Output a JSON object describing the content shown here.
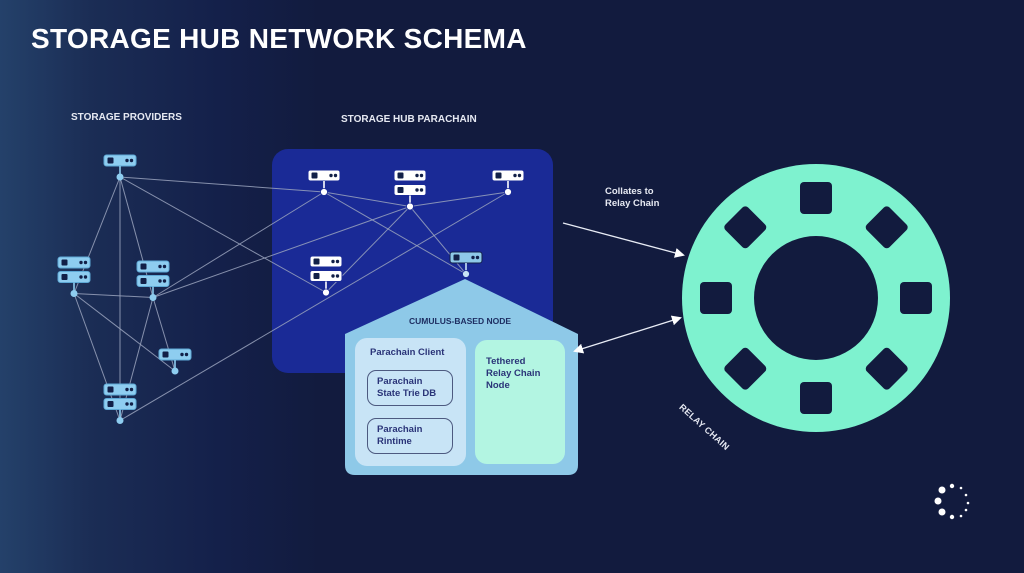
{
  "title": "STORAGE HUB NETWORK SCHEMA",
  "labels": {
    "storage_providers": "STORAGE PROVIDERS",
    "storage_hub_parachain": "STORAGE HUB PARACHAIN",
    "collates_line1": "Collates to",
    "collates_line2": "Relay Chain",
    "relay_chain": "RELAY CHAIN"
  },
  "cumulus_node": {
    "title": "CUMULUS-BASED NODE",
    "client": {
      "title": "Parachain Client",
      "components": [
        {
          "line1": "Parachain",
          "line2": "State Trie DB"
        },
        {
          "line1": "Parachain",
          "line2": "Rintime"
        }
      ]
    },
    "tethered": {
      "line1": "Tethered",
      "line2": "Relay Chain",
      "line3": "Node"
    }
  },
  "colors": {
    "background": "#121b3e",
    "parachain_panel": "#1a2a96",
    "provider_node": "#8ecdf0",
    "parachain_node": "#ffffff",
    "cumulus_house": "#8ec9e8",
    "client_panel": "#c8e4f6",
    "tethered_panel": "#b3f5e2",
    "relay_chain": "#7ef2cf",
    "link_line": "#9aa3bd"
  },
  "network": {
    "provider_nodes": [
      {
        "id": "P1",
        "stack": 1
      },
      {
        "id": "P2",
        "stack": 2
      },
      {
        "id": "P3",
        "stack": 2
      },
      {
        "id": "P4",
        "stack": 1
      },
      {
        "id": "P5",
        "stack": 2
      }
    ],
    "parachain_nodes": [
      {
        "id": "H1",
        "stack": 1
      },
      {
        "id": "H2",
        "stack": 2
      },
      {
        "id": "H3",
        "stack": 1
      },
      {
        "id": "H4",
        "stack": 2
      },
      {
        "id": "H5",
        "stack": 1,
        "role": "cumulus"
      }
    ],
    "links": [
      [
        "P1",
        "P2"
      ],
      [
        "P1",
        "P3"
      ],
      [
        "P1",
        "P5"
      ],
      [
        "P1",
        "H1"
      ],
      [
        "P1",
        "H4"
      ],
      [
        "P2",
        "P3"
      ],
      [
        "P2",
        "P5"
      ],
      [
        "P2",
        "P4"
      ],
      [
        "P3",
        "P4"
      ],
      [
        "P3",
        "P5"
      ],
      [
        "P3",
        "H1"
      ],
      [
        "P3",
        "H2"
      ],
      [
        "P5",
        "H3"
      ],
      [
        "H1",
        "H2"
      ],
      [
        "H1",
        "H5"
      ],
      [
        "H2",
        "H3"
      ],
      [
        "H2",
        "H4"
      ],
      [
        "H2",
        "H5"
      ]
    ]
  },
  "relay_chain_slots": 8,
  "loader_icon": "spinner-icon"
}
